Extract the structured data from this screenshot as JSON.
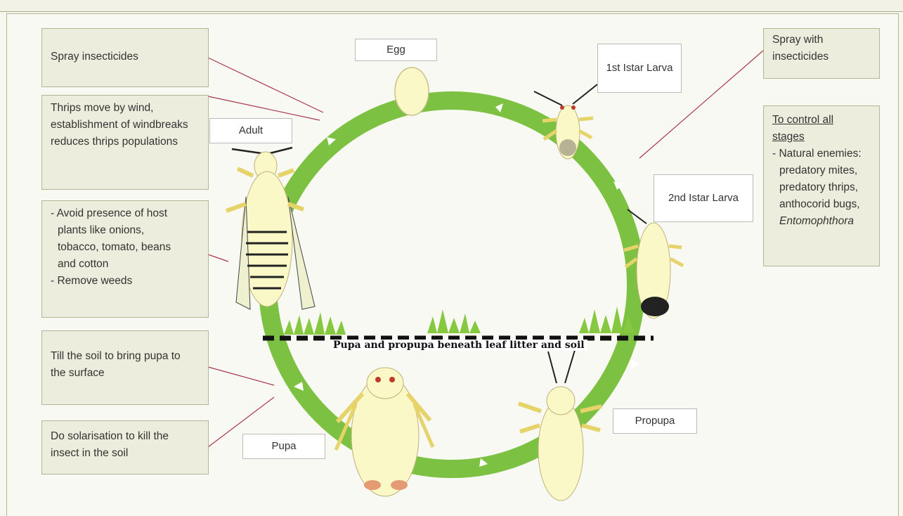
{
  "stages": {
    "egg": "Egg",
    "larva1": "1st Istar Larva",
    "larva2": "2nd Istar Larva",
    "propupa": "Propupa",
    "pupa": "Pupa",
    "adult": "Adult"
  },
  "soil_caption": "Pupa and propupa beneath leaf litter and soil",
  "controls": {
    "spray": "Spray insecticides",
    "wind": "Thrips move by wind, establishment of windbreaks reduces thrips populations",
    "host_line1": "- Avoid presence of host",
    "host_line2": "plants like onions,",
    "host_line3": "tobacco, tomato, beans",
    "host_line4": "and cotton",
    "host_line5": "- Remove weeds",
    "till": "Till the soil to bring pupa to the surface",
    "solar": "Do solarisation to kill the insect in the soil",
    "spray_with": "Spray with insecticides",
    "control_title": "To control all stages",
    "natural_line1": "- Natural enemies:",
    "natural_line2": "predatory mites,",
    "natural_line3": "predatory thrips,",
    "natural_line4": "anthocorid bugs,",
    "natural_line5": "Entomophthora"
  },
  "colors": {
    "ring": "#7dc142",
    "connector": "#a8384c",
    "insect": "#fbf8c8",
    "leg": "#e6d36a"
  }
}
